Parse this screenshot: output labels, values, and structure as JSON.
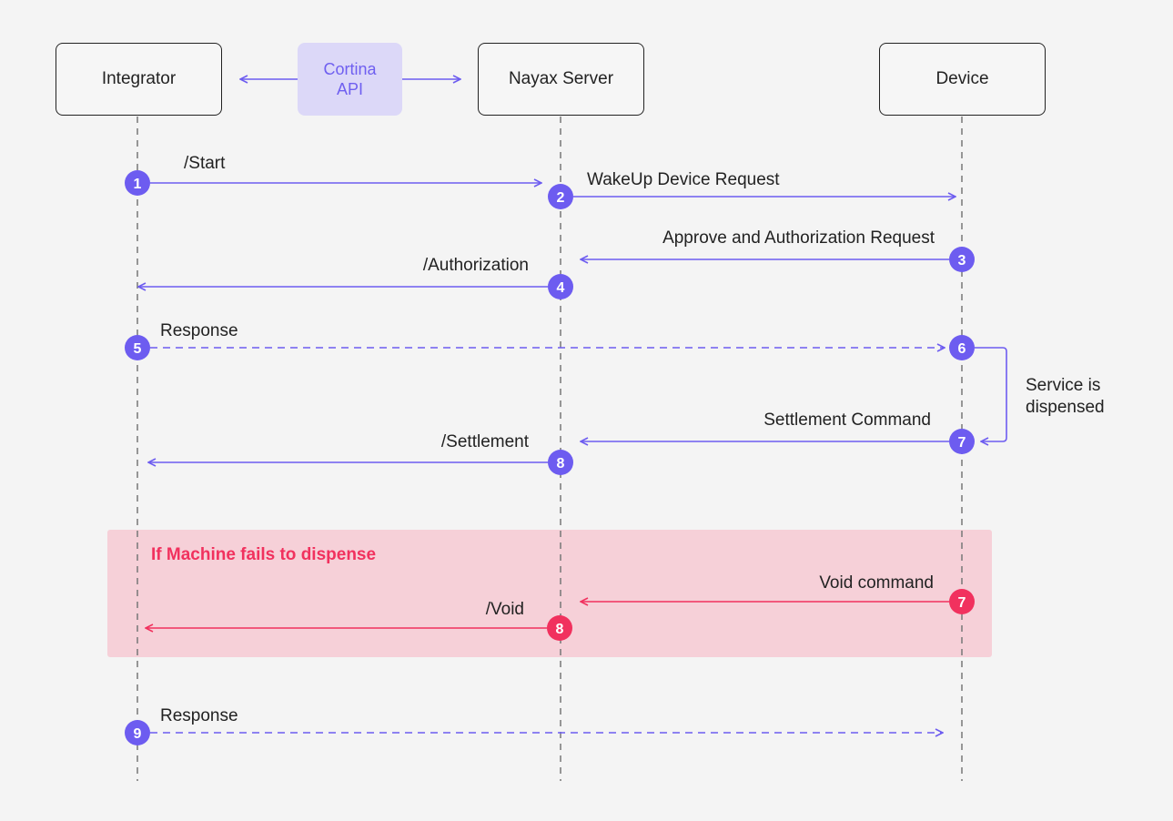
{
  "participants": {
    "integrator": "Integrator",
    "nayax_server": "Nayax Server",
    "device": "Device"
  },
  "api": {
    "line1": "Cortina",
    "line2": "API"
  },
  "messages": {
    "start": "/Start",
    "wakeup": "WakeUp Device Request",
    "approve": "Approve and Authorization Request",
    "authorization": "/Authorization",
    "response1": "Response",
    "settlement_command": "Settlement Command",
    "settlement": "/Settlement",
    "void_command": "Void command",
    "void": "/Void",
    "response2": "Response"
  },
  "side_note": {
    "line1": "Service is",
    "line2": "dispensed"
  },
  "fail_region": {
    "title": "If Machine fails to dispense"
  },
  "steps": {
    "s1": "1",
    "s2": "2",
    "s3": "3",
    "s4": "4",
    "s5": "5",
    "s6": "6",
    "s7": "7",
    "s8": "8",
    "s7b": "7",
    "s8b": "8",
    "s9": "9"
  },
  "colors": {
    "primary": "#6d5cf0",
    "alert": "#f1315e",
    "api_bg": "#dcd8f8",
    "fail_bg": "#f6d0d8"
  }
}
